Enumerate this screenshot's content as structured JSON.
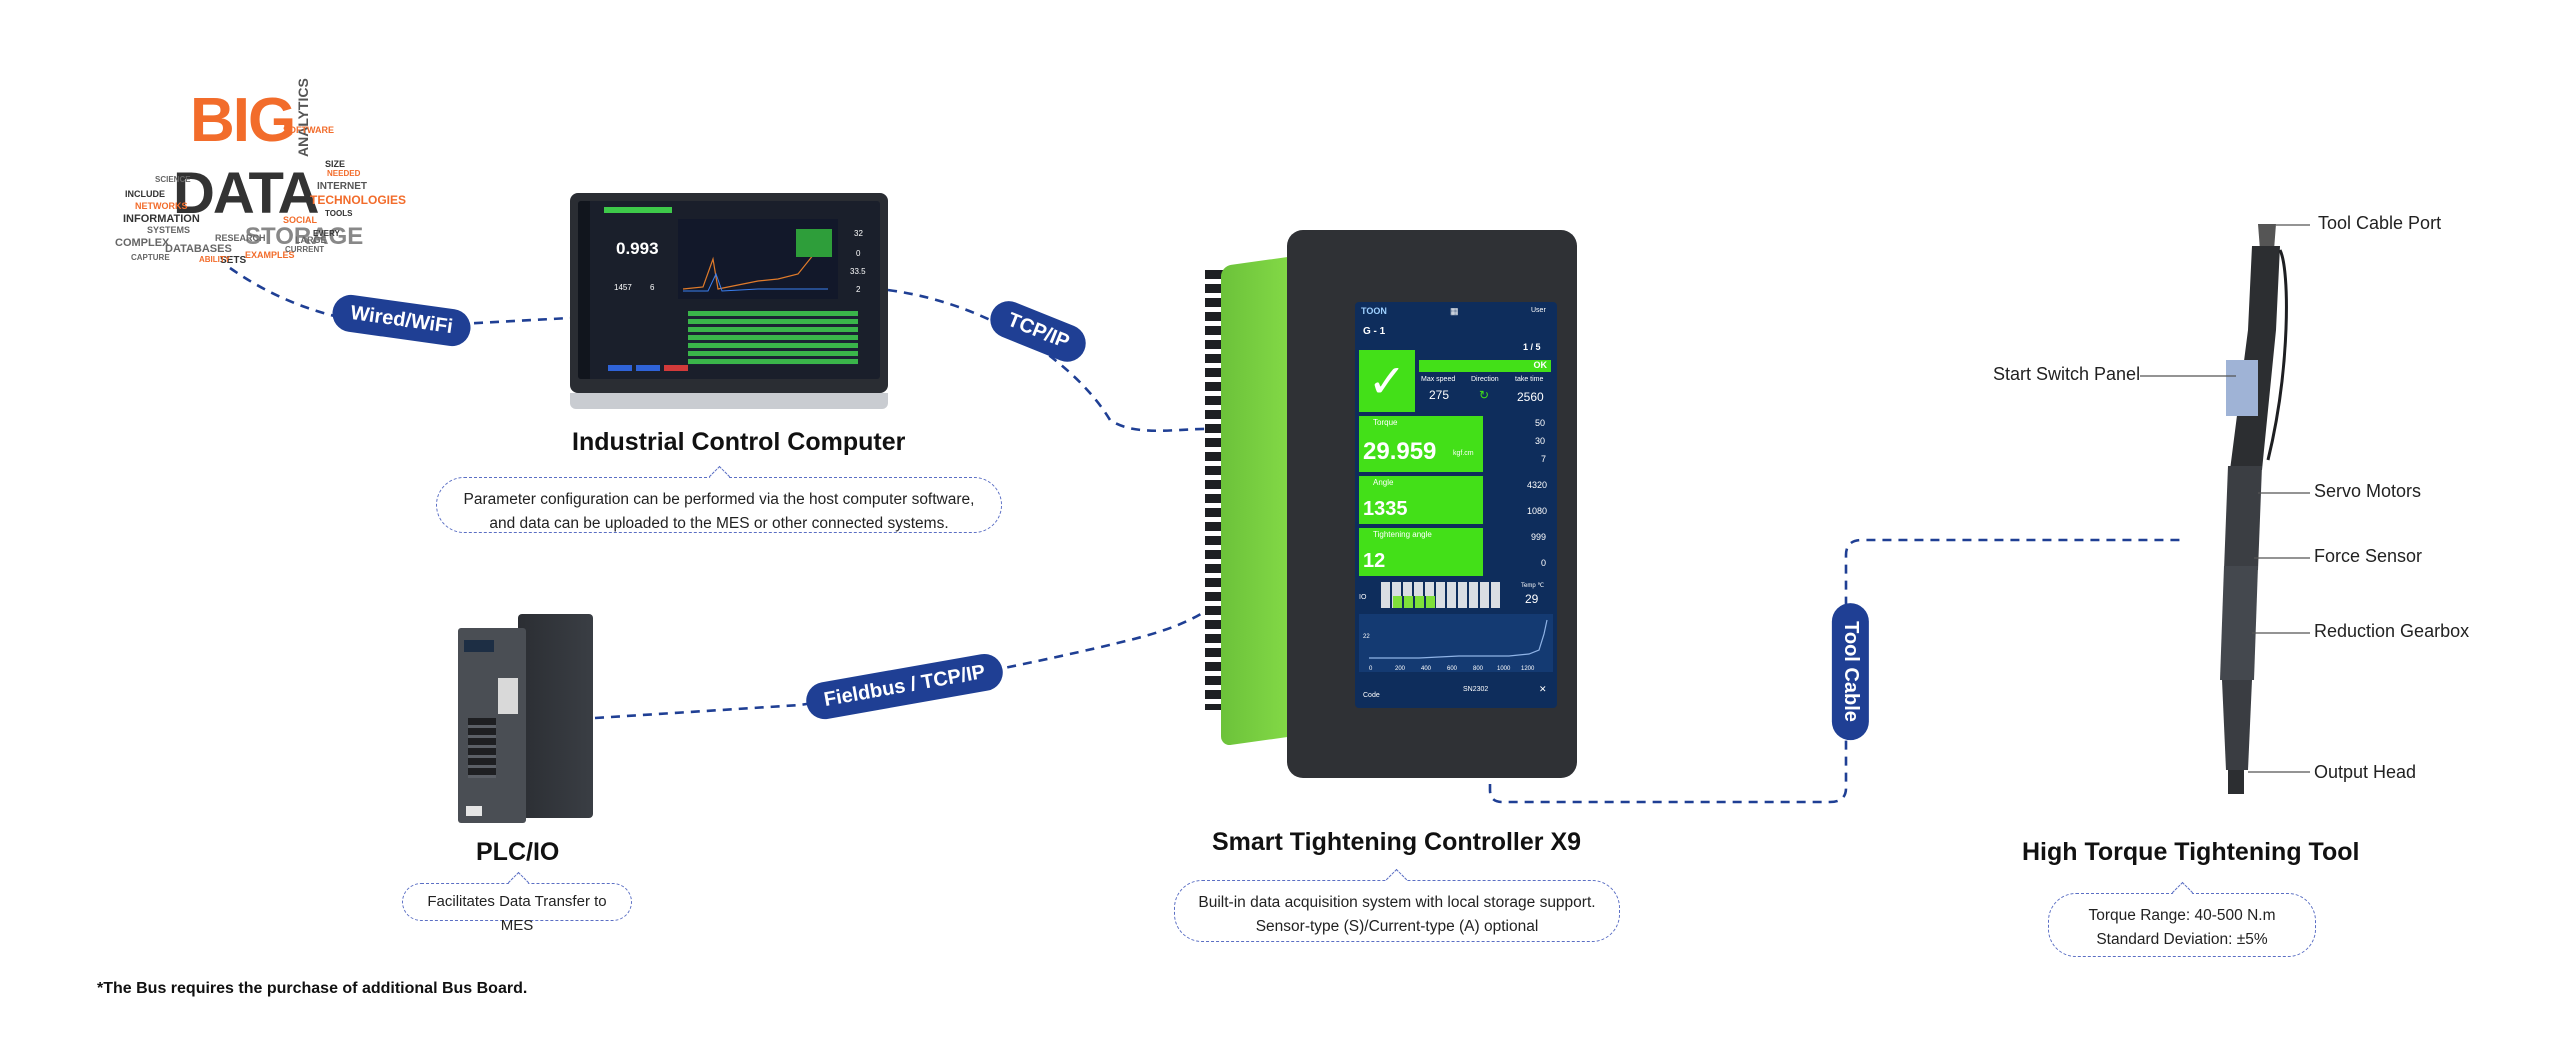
{
  "links": [
    {
      "id": "wired-wifi",
      "label": "Wired/WiFi"
    },
    {
      "id": "tcpip",
      "label": "TCP/IP"
    },
    {
      "id": "fieldbus",
      "label": "Fieldbus / TCP/IP"
    },
    {
      "id": "tool-cable",
      "label": "Tool Cable"
    }
  ],
  "nodes": {
    "bigdata": {
      "big": "BIG",
      "data": "DATA",
      "words": [
        "ANALYTICS",
        "STORAGE",
        "TECHNOLOGIES",
        "INTERNET",
        "INFORMATION",
        "DATABASES",
        "COMPLEX",
        "NETWORKS",
        "SOFTWARE",
        "RESEARCH",
        "SETS",
        "SOCIAL",
        "EXAMPLES",
        "INCLUDE",
        "SYSTEMS",
        "LARGE",
        "EVERY",
        "CURRENT",
        "TOOLS",
        "SIZE",
        "NEEDED",
        "ABILITY",
        "SCIENCE",
        "CAPTURE"
      ]
    },
    "computer": {
      "title": "Industrial Control Computer",
      "desc_line1": "Parameter configuration can be performed via the host computer software,",
      "desc_line2": "and data can be uploaded to the MES or other connected systems.",
      "screen_value": "0.993",
      "screen_a": "1457",
      "screen_b": "6",
      "screen_c": "32",
      "screen_d": "0",
      "screen_e": "33.5",
      "screen_f": "2"
    },
    "plc": {
      "title": "PLC/IO",
      "desc": "Facilitates Data Transfer to MES"
    },
    "controller": {
      "title": "Smart Tightening Controller X9",
      "desc_line1": "Built-in data acquisition system with local storage support.",
      "desc_line2": "Sensor-type (S)/Current-type (A) optional",
      "screen": {
        "brand": "TOON",
        "user": "User",
        "group": "G - 1",
        "page": "1 / 5",
        "status": "OK",
        "max_speed_label": "Max speed",
        "max_speed": "275",
        "direction_label": "Direction",
        "take_time_label": "take time",
        "take_time": "2560",
        "torque_label": "Torque",
        "torque": "29.959",
        "torque_unit": "kgf.cm",
        "angle_label": "Angle",
        "angle": "1335",
        "tangle_label": "Tightening angle",
        "tangle": "12",
        "lim_torque_hi": "50",
        "lim_torque_mid": "30",
        "lim_torque_lo": "7",
        "lim_angle_hi": "4320",
        "lim_angle_lo": "1080",
        "lim_tangle_hi": "999",
        "lim_tangle_lo": "0",
        "temp_label": "Temp ℃",
        "temp": "29",
        "io": "IO",
        "serial": "SN2302",
        "code_label": "Code",
        "x_ticks": [
          "0",
          "200",
          "400",
          "600",
          "800",
          "1000",
          "1200"
        ],
        "y_tick": "22"
      }
    },
    "tool": {
      "title": "High Torque Tightening Tool",
      "desc_line1": "Torque Range: 40-500 N.m",
      "desc_line2": "Standard Deviation: ±5%",
      "parts": {
        "cable_port": "Tool Cable Port",
        "start_switch": "Start Switch Panel",
        "servo": "Servo Motors",
        "force": "Force Sensor",
        "gearbox": "Reduction Gearbox",
        "output": "Output Head"
      }
    }
  },
  "footnote": "*The Bus requires the purchase of additional Bus Board.",
  "colors": {
    "pill": "#1f3f94",
    "link": "#1f3f94",
    "green": "#7ee03a",
    "screen_green": "#43e018",
    "orange": "#f26c2b"
  }
}
